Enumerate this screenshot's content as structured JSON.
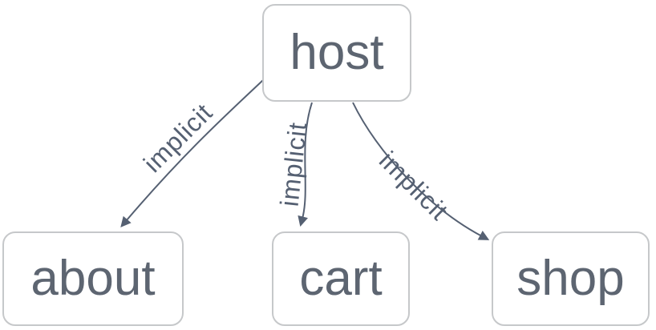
{
  "diagram": {
    "type": "graph",
    "nodes": [
      {
        "id": "host",
        "label": "host"
      },
      {
        "id": "about",
        "label": "about"
      },
      {
        "id": "cart",
        "label": "cart"
      },
      {
        "id": "shop",
        "label": "shop"
      }
    ],
    "edges": [
      {
        "from": "host",
        "to": "about",
        "label": "implicit"
      },
      {
        "from": "host",
        "to": "cart",
        "label": "implicit"
      },
      {
        "from": "host",
        "to": "shop",
        "label": "implicit"
      }
    ],
    "colors": {
      "background": "#ffffff",
      "node_fill": "#ffffff",
      "node_border": "#c6c8ca",
      "node_text": "#5d6571",
      "edge_stroke": "#556072",
      "edge_label_text": "#556072"
    }
  }
}
